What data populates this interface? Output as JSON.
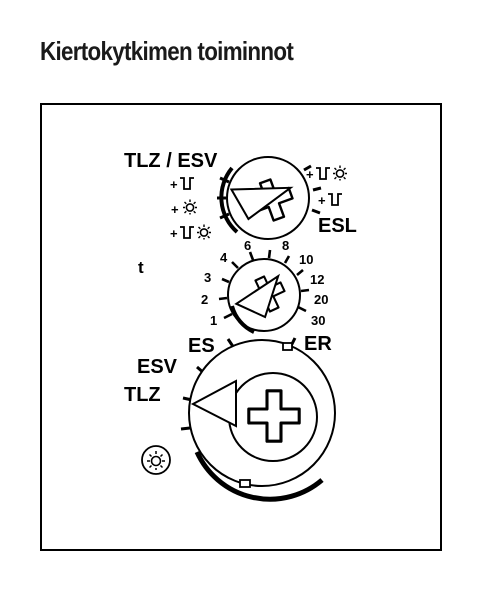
{
  "title": "Kiertokytkimen toiminnot",
  "top_dial": {
    "label_left": "TLZ / ESV",
    "label_right": "ESL",
    "plus_sign": "+",
    "icons": [
      "pulse-icon",
      "lamp-icon",
      "pulse-lamp-icon"
    ]
  },
  "time_dial": {
    "label": "t",
    "scale": [
      "1",
      "2",
      "3",
      "4",
      "6",
      "8",
      "10",
      "12",
      "20",
      "30"
    ]
  },
  "mode_dial": {
    "labels": {
      "es": "ES",
      "er": "ER",
      "esv": "ESV",
      "tlz": "TLZ"
    }
  },
  "icons": {
    "pulse": "pulse-icon",
    "lamp": "lamp-icon",
    "permanent_light": "permanent-light-icon"
  }
}
